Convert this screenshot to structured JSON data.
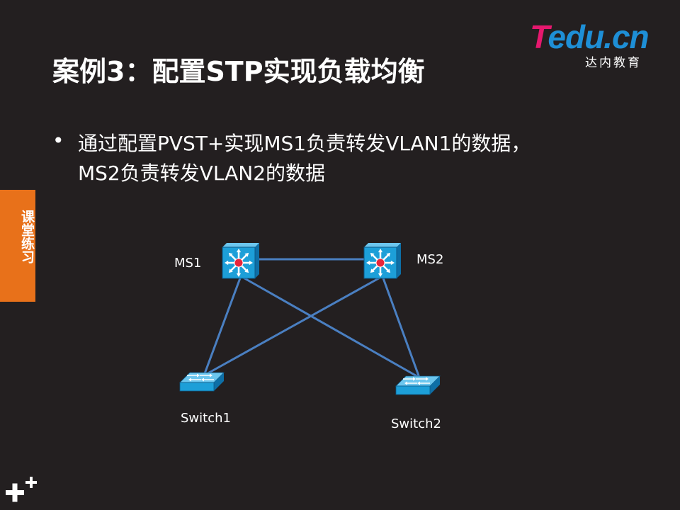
{
  "logo": {
    "brand_t": "T",
    "brand_rest": "edu.cn",
    "subtitle": "达内教育"
  },
  "title": "案例3：配置STP实现负载均衡",
  "bullet": {
    "marker": "•",
    "line1": "通过配置PVST+实现MS1负责转发VLAN1的数据，",
    "line2": "MS2负责转发VLAN2的数据"
  },
  "side_tab": "课堂练习",
  "diagram": {
    "nodes": [
      {
        "id": "MS1",
        "label": "MS1",
        "type": "multilayer-switch"
      },
      {
        "id": "MS2",
        "label": "MS2",
        "type": "multilayer-switch"
      },
      {
        "id": "Switch1",
        "label": "Switch1",
        "type": "switch"
      },
      {
        "id": "Switch2",
        "label": "Switch2",
        "type": "switch"
      }
    ],
    "links": [
      [
        "MS1",
        "MS2"
      ],
      [
        "MS1",
        "Switch1"
      ],
      [
        "MS1",
        "Switch2"
      ],
      [
        "MS2",
        "Switch1"
      ],
      [
        "MS2",
        "Switch2"
      ]
    ],
    "colors": {
      "link": "#4a7fc1",
      "switch_face": "#1d9fd8",
      "switch_dark": "#0e6fa6",
      "switch_light": "#6cc6ee",
      "center_dot": "#e8253a"
    }
  }
}
